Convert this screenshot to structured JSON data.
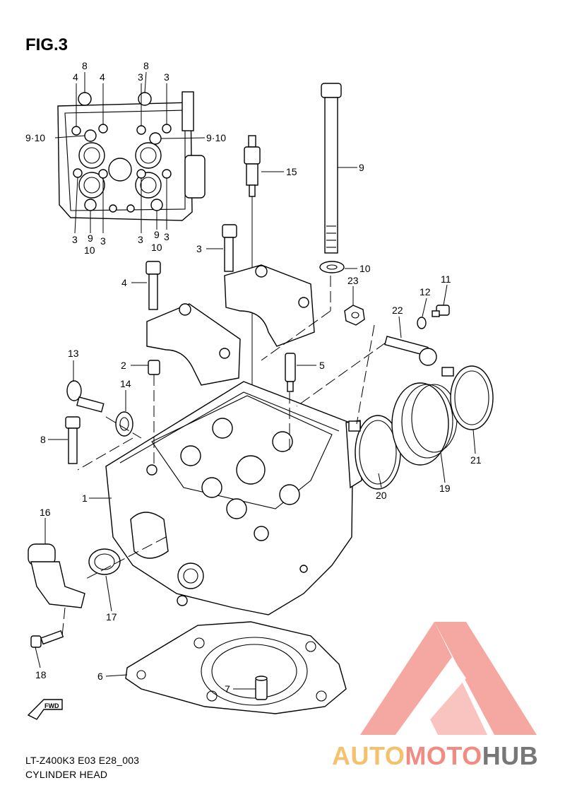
{
  "figure": {
    "title": "FIG.3",
    "model_code": "LT-Z400K3 E03 E28_003",
    "name": "CYLINDER HEAD",
    "direction_mark": "FWD"
  },
  "watermark": {
    "part1": "AUTO",
    "part2": "MOTO",
    "part3": "HUB",
    "colors": {
      "auto": "#f6c16d",
      "moto": "#f28b82",
      "hub": "#777777",
      "logo": "#f28b82"
    }
  },
  "top_view_labels": {
    "l8a": "8",
    "l8b": "8",
    "l4a": "4",
    "l4b": "4",
    "l3a": "3",
    "l3b": "3",
    "l910a": "9·10",
    "l910b": "9·10",
    "b3a": "3",
    "b9a": "9",
    "b10a": "10",
    "b3b": "3",
    "b3c": "3",
    "b9b": "9",
    "b10b": "10",
    "b3d": "3"
  },
  "callouts": {
    "c1": "1",
    "c2": "2",
    "c3": "3",
    "c4": "4",
    "c5": "5",
    "c6": "6",
    "c7": "7",
    "c8": "8",
    "c9": "9",
    "c10": "10",
    "c11": "11",
    "c12": "12",
    "c13": "13",
    "c14": "14",
    "c15": "15",
    "c16": "16",
    "c17": "17",
    "c18": "18",
    "c19": "19",
    "c20": "20",
    "c21": "21",
    "c22": "22",
    "c23": "23"
  }
}
